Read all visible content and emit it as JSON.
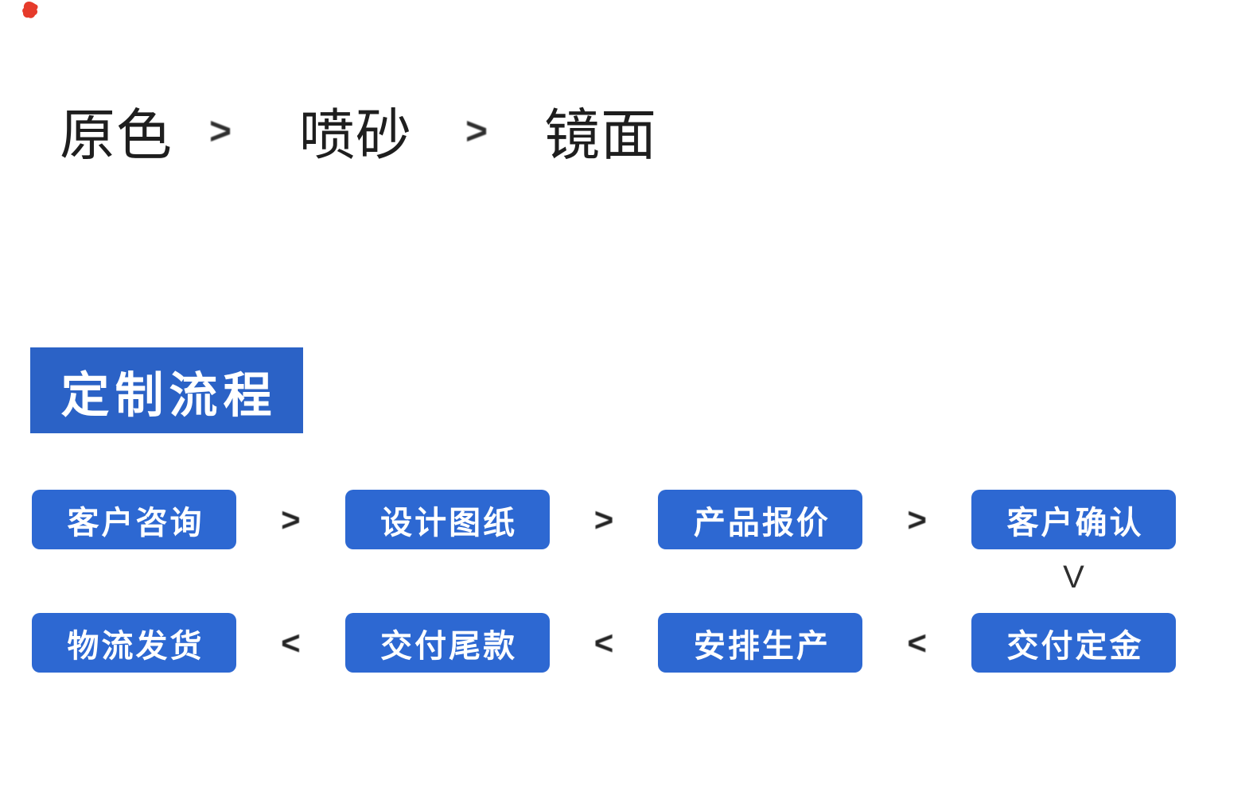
{
  "finish_options": {
    "items": [
      "原色",
      "喷砂",
      "镜面"
    ],
    "separator": ">"
  },
  "section": {
    "title": "定制流程"
  },
  "flow": {
    "row1": {
      "steps": [
        "客户咨询",
        "设计图纸",
        "产品报价",
        "客户确认"
      ],
      "separator": ">"
    },
    "connector": "V",
    "row2": {
      "steps": [
        "物流发货",
        "交付尾款",
        "安排生产",
        "交付定金"
      ],
      "separator": "<"
    }
  },
  "colors": {
    "banner_blue": "#2b62c6",
    "button_blue": "#2d68d2",
    "red_mark": "#e63b2b",
    "text_dark": "#1e1e1e"
  }
}
